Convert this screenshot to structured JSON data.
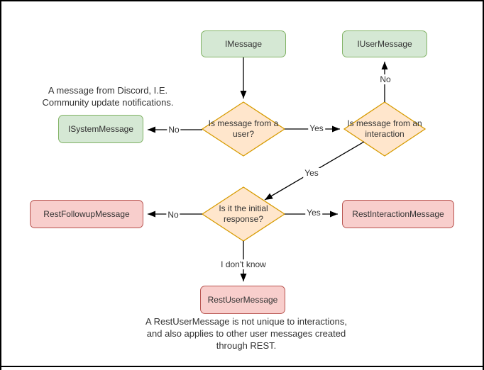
{
  "palette": {
    "green-fill": "#d5e8d4",
    "green-stroke": "#82b366",
    "orange-fill": "#ffe6cc",
    "orange-stroke": "#d79b00",
    "red-fill": "#f8cecc",
    "red-stroke": "#b85450",
    "line-color": "#000000"
  },
  "flowchart": {
    "nodes": {
      "imessage": "IMessage",
      "iusermessage": "IUserMessage",
      "isystemmessage": "ISystemMessage",
      "restfollowupmessage": "RestFollowupMessage",
      "restinteractionmessage": "RestInteractionMessage",
      "restusermessage": "RestUserMessage",
      "q_user": "Is message from a user?",
      "q_interaction": "Is message from an interaction",
      "q_initial": "Is it the initial response?"
    },
    "edge_labels": {
      "user_no": "No",
      "user_yes": "Yes",
      "interaction_no": "No",
      "interaction_yes": "Yes",
      "initial_no": "No",
      "initial_yes": "Yes",
      "initial_unknown": "I don't know"
    },
    "notes": {
      "system_note": "A message from Discord, I.E.\nCommunity update notifications.",
      "restuser_note": "A RestUserMessage is not unique to interactions,\nand also applies to other user messages created\nthrough REST."
    }
  }
}
